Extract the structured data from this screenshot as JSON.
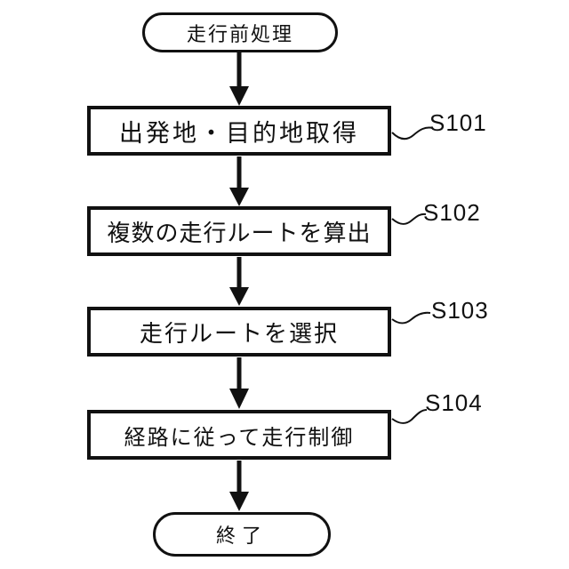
{
  "flowchart": {
    "title": "driving-route flow diagram",
    "start": {
      "label": "走行前処理"
    },
    "steps": [
      {
        "label": "出発地・目的地取得",
        "step_id": "S101"
      },
      {
        "label": "複数の走行ルートを算出",
        "step_id": "S102"
      },
      {
        "label": "走行ルートを選択",
        "step_id": "S103"
      },
      {
        "label": "経路に従って走行制御",
        "step_id": "S104"
      }
    ],
    "end": {
      "label": "終了"
    },
    "colors": {
      "line": "#111111",
      "text": "#111111",
      "background": "#ffffff"
    }
  }
}
